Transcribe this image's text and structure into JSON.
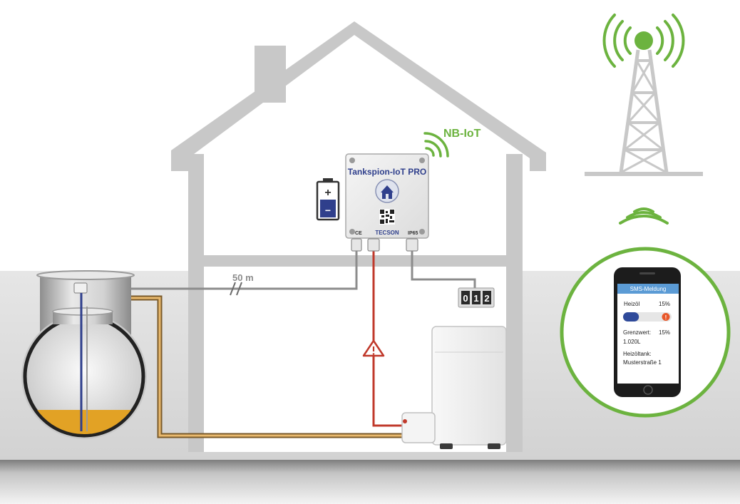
{
  "device": {
    "name": "Tankspion-IoT PRO",
    "brand": "TECSON",
    "ce_mark": "CE",
    "ip_rating": "IP65"
  },
  "network": {
    "label": "NB-IoT"
  },
  "cable": {
    "length_label": "50 m"
  },
  "counter": {
    "digits": [
      "0",
      "1",
      "2"
    ]
  },
  "battery": {
    "plus": "+",
    "minus": "−"
  },
  "phone": {
    "header": "SMS-Meldung",
    "product_label": "Heizöl",
    "product_percent": "15%",
    "level_fraction": 0.15,
    "alert_symbol": "!",
    "threshold_label": "Grenzwert:",
    "threshold_percent": "15%",
    "threshold_volume": "1.020L",
    "tank_label": "Heizöltank:",
    "tank_location": "Musterstraße 1"
  },
  "colors": {
    "network_green": "#6cb33f",
    "alert_red": "#c0392b",
    "oil_amber": "#e2a225",
    "device_blue": "#2f3f8c",
    "house_grey": "#c8c8c8"
  }
}
